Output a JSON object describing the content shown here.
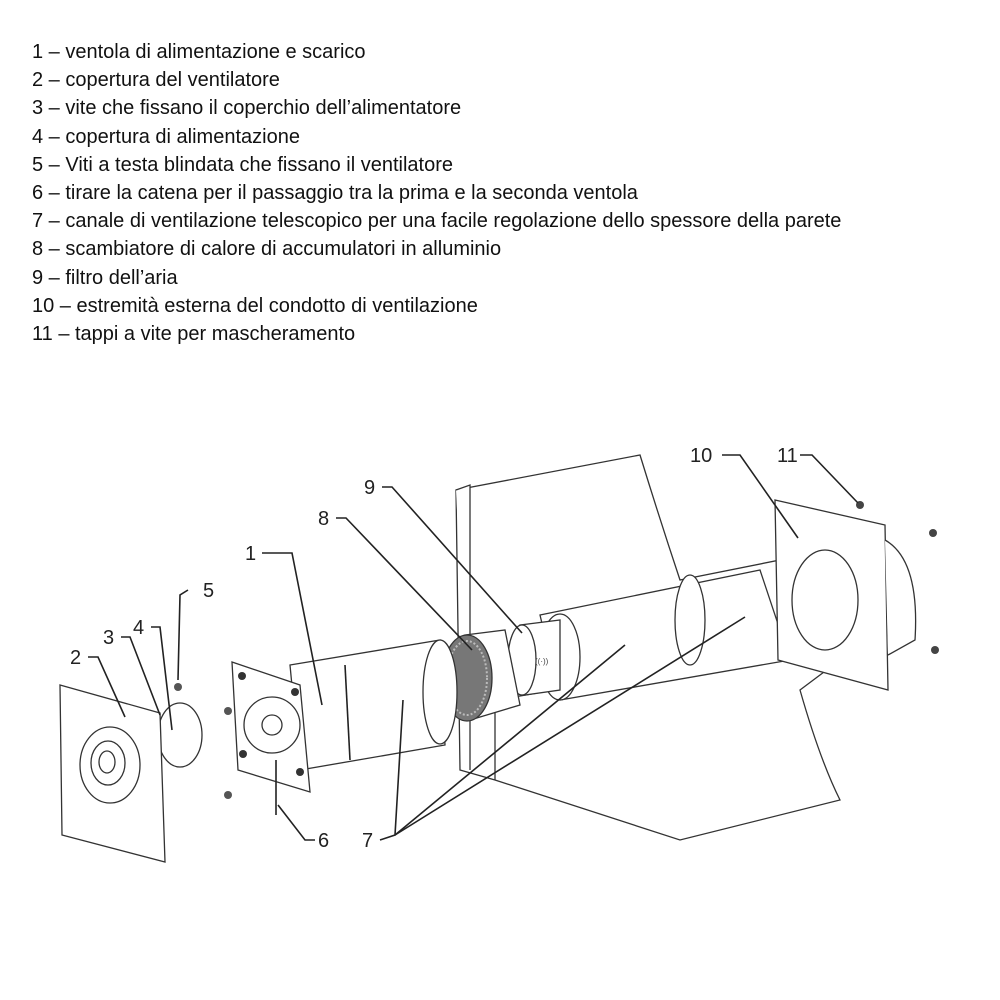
{
  "legend": [
    {
      "num": "1",
      "text": "1 – ventola di alimentazione e scarico"
    },
    {
      "num": "2",
      "text": "2 – copertura del ventilatore"
    },
    {
      "num": "3",
      "text": "3 – vite che fissano il coperchio dell’alimentatore"
    },
    {
      "num": "4",
      "text": "4 – copertura di alimentazione"
    },
    {
      "num": "5",
      "text": "5 – Viti a testa blindata che fissano il ventilatore"
    },
    {
      "num": "6",
      "text": "6 – tirare la catena per il passaggio tra la prima e la seconda ventola"
    },
    {
      "num": "7",
      "text": "7 – canale di ventilazione telescopico per una facile regolazione dello spessore della parete"
    },
    {
      "num": "8",
      "text": "8 – scambiatore di calore di accumulatori in alluminio"
    },
    {
      "num": "9",
      "text": "9 – filtro dell’aria"
    },
    {
      "num": "10",
      "text": "10 – estremità esterna del condotto di ventilazione"
    },
    {
      "num": "11",
      "text": "11 – tappi a vite per mascheramento"
    }
  ],
  "callouts": {
    "c1": "1",
    "c2": "2",
    "c3": "3",
    "c4": "4",
    "c5": "5",
    "c6": "6",
    "c7": "7",
    "c8": "8",
    "c9": "9",
    "c10": "10",
    "c11": "11"
  }
}
